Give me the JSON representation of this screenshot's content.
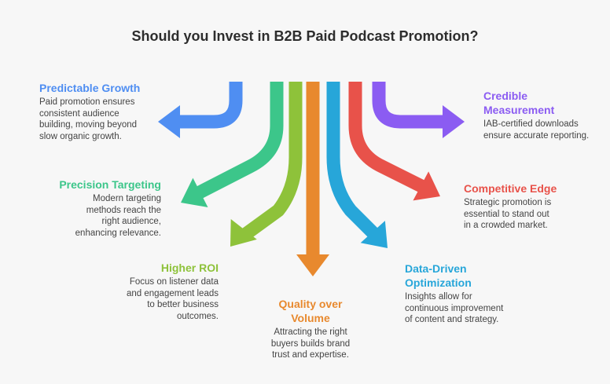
{
  "title": "Should you Invest in B2B Paid Podcast Promotion?",
  "items": [
    {
      "heading": "Predictable Growth",
      "text": "Paid promotion ensures consistent audience building, moving beyond slow organic growth.",
      "color": "#4f8ef2"
    },
    {
      "heading": "Precision Targeting",
      "text": "Modern targeting methods reach the right audience, enhancing relevance.",
      "color": "#3cc68a"
    },
    {
      "heading": "Higher ROI",
      "text": "Focus on listener data and engagement leads to better business outcomes.",
      "color": "#8ec23a"
    },
    {
      "heading": "Quality over Volume",
      "text": "Attracting the right buyers builds brand trust and expertise.",
      "color": "#e8892e"
    },
    {
      "heading": "Data-Driven Optimization",
      "text": "Insights allow for continuous improvement of content and strategy.",
      "color": "#27a6d9"
    },
    {
      "heading": "Competitive Edge",
      "text": "Strategic promotion is essential to stand out in a crowded market.",
      "color": "#e8524a"
    },
    {
      "heading": "Credible Measurement",
      "text": "IAB-certified downloads ensure accurate reporting.",
      "color": "#8b5cf2"
    }
  ]
}
